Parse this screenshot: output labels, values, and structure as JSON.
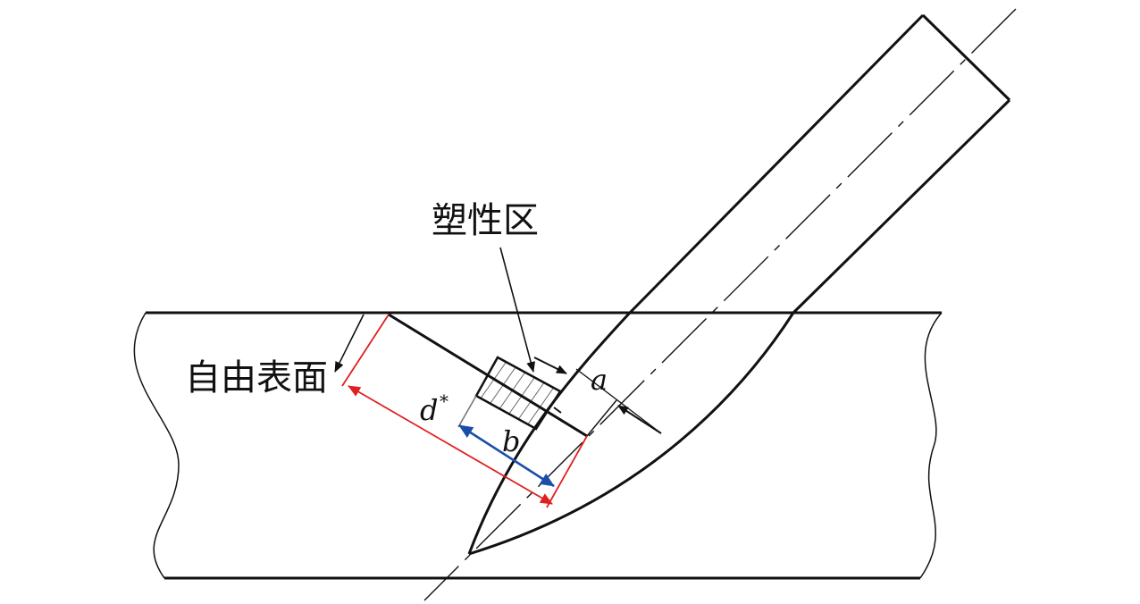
{
  "labels": {
    "plastic_zone": "塑性区",
    "free_surface": "自由表面",
    "dim_a": "a",
    "dim_b": "b",
    "dim_d": "d",
    "dim_d_sup": "*"
  },
  "colors": {
    "outline": "#111111",
    "red_dimension": "#e02020",
    "blue_dimension": "#1a4fa8",
    "gray_line": "#777777",
    "hatch": "#444444"
  }
}
